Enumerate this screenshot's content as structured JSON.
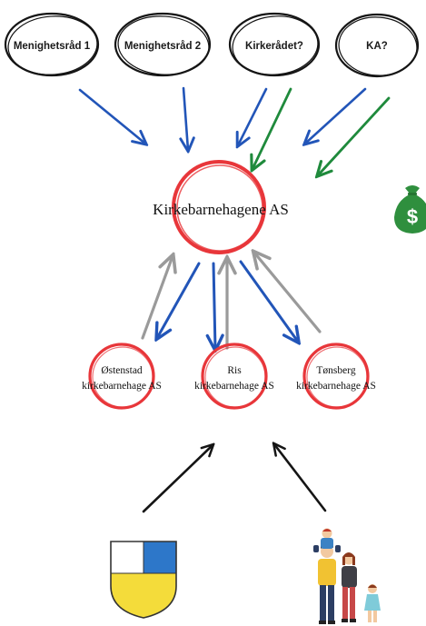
{
  "top_nodes": [
    {
      "label": "Menighetsråd 1"
    },
    {
      "label": "Menighetsråd 2"
    },
    {
      "label": "Kirkerådet?"
    },
    {
      "label": "KA?"
    }
  ],
  "center_node": {
    "label": "Kirkebarnehagene AS"
  },
  "kindergartens": [
    {
      "line1": "Østenstad",
      "line2": "kirkebarnehage AS"
    },
    {
      "line1": "Ris",
      "line2": "kirkebarnehage AS"
    },
    {
      "line1": "Tønsberg",
      "line2": "kirkebarnehage AS"
    }
  ],
  "icons": {
    "money": "money-bag-icon",
    "crest": "coat-of-arms-icon",
    "family": "family-icon"
  },
  "colors": {
    "blue_arrow": "#2255b8",
    "green_arrow": "#1f8a3c",
    "gray_arrow": "#9a9a9a",
    "red_circle": "#e8363a",
    "black_stroke": "#151515",
    "money_green": "#2f8f3e",
    "crest_blue": "#2d77c9",
    "crest_yellow": "#f4dc3a"
  }
}
